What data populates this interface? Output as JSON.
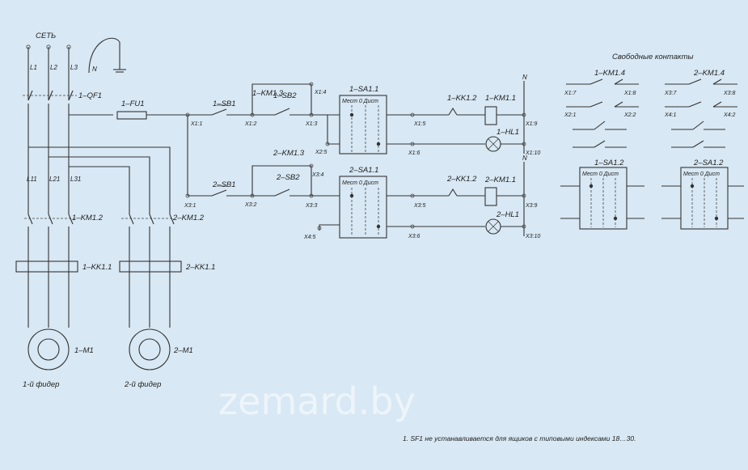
{
  "labels": {
    "set": "СЕТЬ",
    "l1": "L1",
    "l2": "L2",
    "l3": "L3",
    "n": "N",
    "qf1": "1–QF1",
    "fu1": "1–FU1",
    "l11": "L11",
    "l21": "L21",
    "l31": "L31",
    "km12a": "1–KM1.2",
    "km12b": "2–KM1.2",
    "kk11a": "1–KK1.1",
    "kk11b": "2–KK1.1",
    "m1a": "1–M1",
    "m1b": "2–M1",
    "feeder1": "1-й фидер",
    "feeder2": "2-й фидер",
    "sb1a": "1–SB1",
    "sb1b": "2–SB1",
    "km13a": "1–KM1.3",
    "km13b": "2–KM1.3",
    "sb2a": "1–SB2",
    "sb2b": "2–SB2",
    "sa11a": "1–SA1.1",
    "sa11b": "2–SA1.1",
    "sa_modes": "Мест 0 Дист",
    "kk12a": "1–KK1.2",
    "kk12b": "2–KK1.2",
    "km11a": "1–KM1.1",
    "km11b": "2–KM1.1",
    "hl1a": "1–HL1",
    "hl1b": "2–HL1",
    "free_contacts": "Свободные контакты",
    "km14a": "1–KM1.4",
    "km14b": "2–KM1.4",
    "sa12a": "1–SA1.2",
    "sa12b": "2–SA1.2"
  },
  "terminals": {
    "x11": "X1:1",
    "x12": "X1:2",
    "x13": "X1:3",
    "x14": "X1:4",
    "x15": "X1:5",
    "x16": "X1:6",
    "x19": "X1:9",
    "x110": "X1:10",
    "x25": "X2:5",
    "x31": "X3:1",
    "x32": "X3:2",
    "x33": "X3:3",
    "x34": "X3:4",
    "x35": "X3:5",
    "x36": "X3:6",
    "x39": "X3:9",
    "x310": "X3:10",
    "x45": "X4:5",
    "x17": "X1:7",
    "x18": "X1:8",
    "x21": "X2:1",
    "x22": "X2:2",
    "x37": "X3:7",
    "x38": "X3:8",
    "x41": "X4:1",
    "x42": "X4:2"
  },
  "note": "1. SF1 не устанавливается для ящиков с типовыми индексами 18…30.",
  "watermark": "zemard.by"
}
